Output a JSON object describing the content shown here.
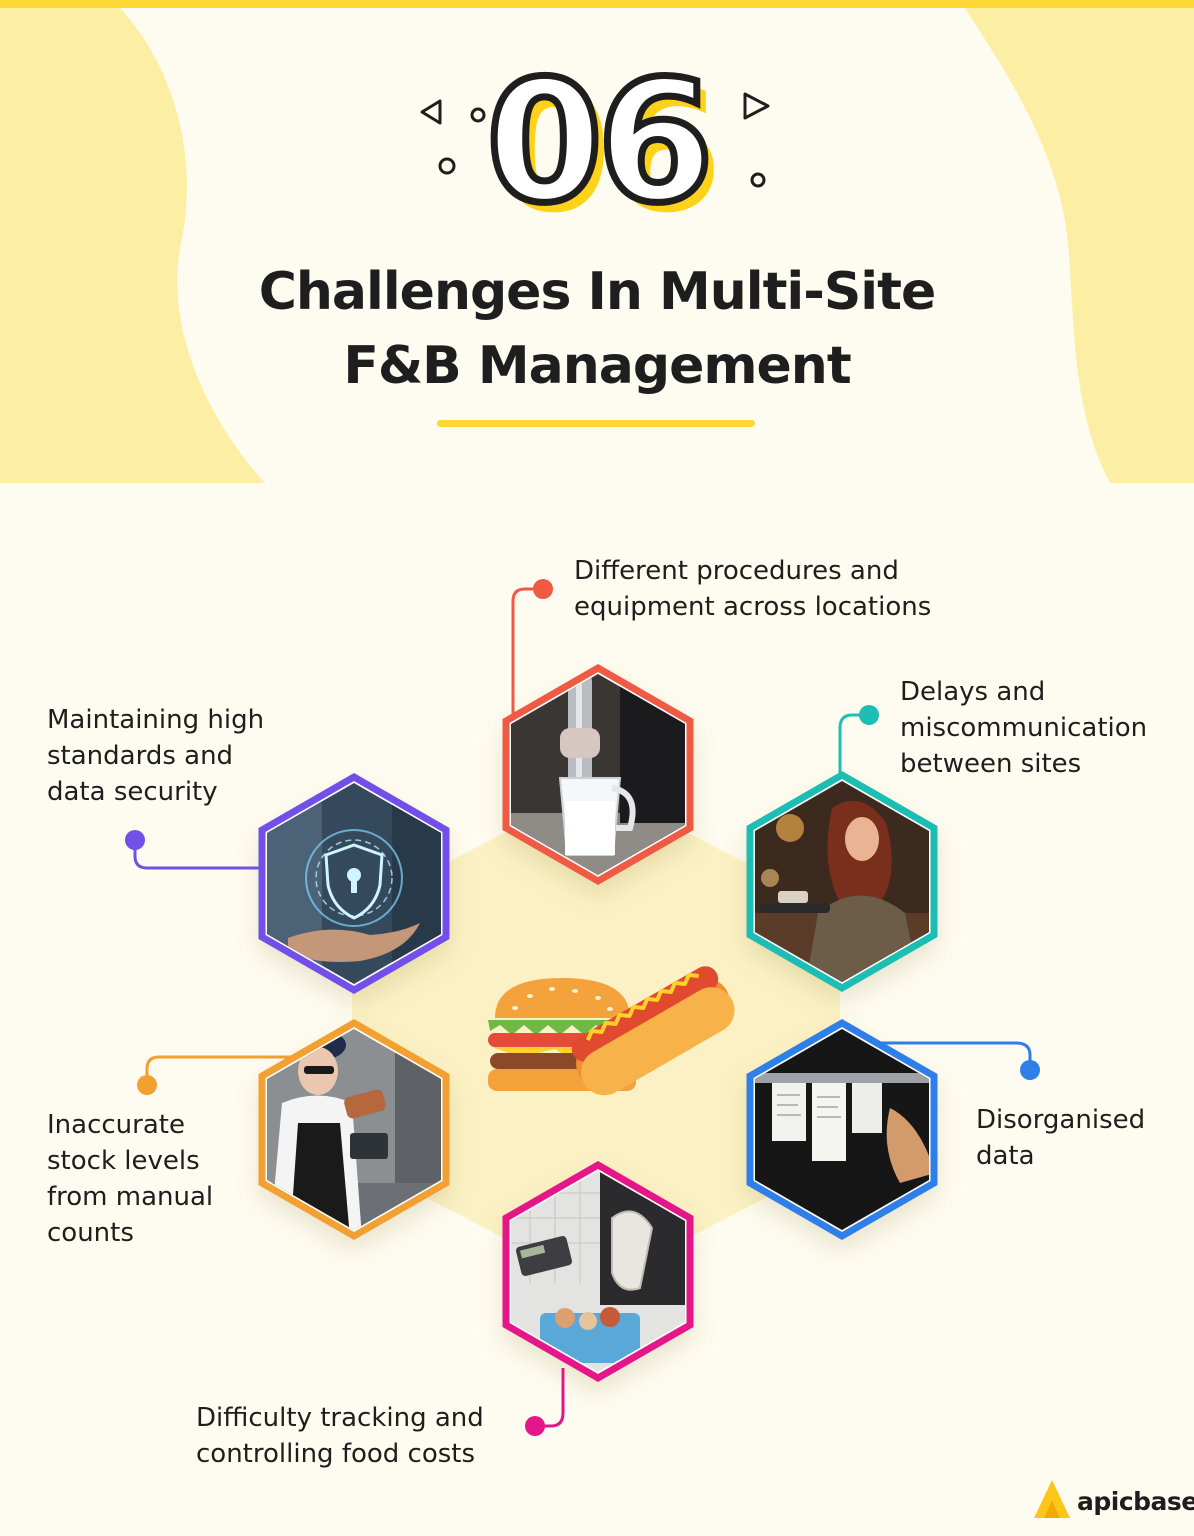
{
  "header": {
    "number": "06",
    "title_line1": "Challenges In Multi-Site",
    "title_line2": "F&B Management"
  },
  "colors": {
    "yellow": "#FDD835",
    "red": "#EF5A44",
    "teal": "#1FBDB3",
    "blue": "#2E7FE8",
    "magenta": "#E4168A",
    "orange": "#F2A030",
    "purple": "#7150E8"
  },
  "challenges": [
    {
      "id": "procedures",
      "color": "red",
      "photo": "hand-blender-photo",
      "lines": [
        "Different procedures and",
        "equipment across locations"
      ]
    },
    {
      "id": "communication",
      "color": "teal",
      "photo": "waitress-photo",
      "lines": [
        "Delays and",
        "miscommunication",
        "between sites"
      ]
    },
    {
      "id": "data",
      "color": "blue",
      "photo": "order-tickets-photo",
      "lines": [
        "Disorganised",
        "data"
      ]
    },
    {
      "id": "costs",
      "color": "magenta",
      "photo": "calculator-groceries-photo",
      "lines": [
        "Difficulty tracking and",
        "controlling food costs"
      ]
    },
    {
      "id": "stock",
      "color": "orange",
      "photo": "chef-inventory-photo",
      "lines": [
        "Inaccurate",
        "stock levels",
        "from manual",
        "counts"
      ]
    },
    {
      "id": "security",
      "color": "purple",
      "photo": "security-shield-photo",
      "lines": [
        "Maintaining high",
        "standards and",
        "data security"
      ]
    }
  ],
  "center_icon": "burger-hotdog-icon",
  "brand": {
    "name": "apicbase",
    "icon": "apicbase-logo-icon"
  }
}
